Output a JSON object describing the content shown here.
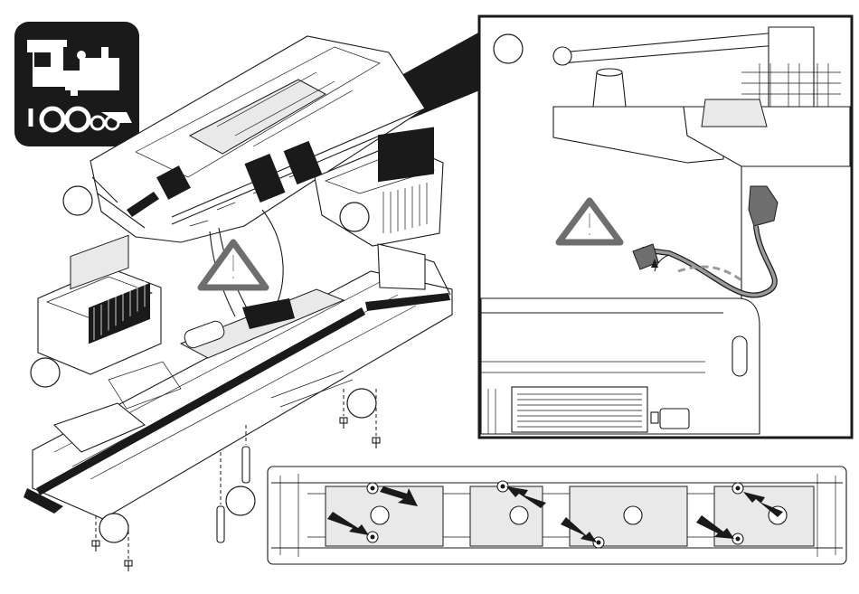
{
  "document": {
    "type": "assembly-instruction-illustration",
    "text_labels": []
  },
  "colors": {
    "line": "#1a1a1a",
    "warning_triangle": "#6e6e6e",
    "icon_background": "#1a1a1a",
    "icon_foreground": "#ffffff",
    "cable_highlight": "#9a9a9a"
  },
  "icons": {
    "locomotive_symbol": "steam-locomotive-icon",
    "warning": "warning-triangle-icon",
    "arrow": "black-arrow-icon",
    "screw": "screw-icon"
  },
  "callouts": {
    "detail_view_marker": "empty-circle",
    "step_markers_count": 7,
    "screw_arrows_count": 6
  }
}
